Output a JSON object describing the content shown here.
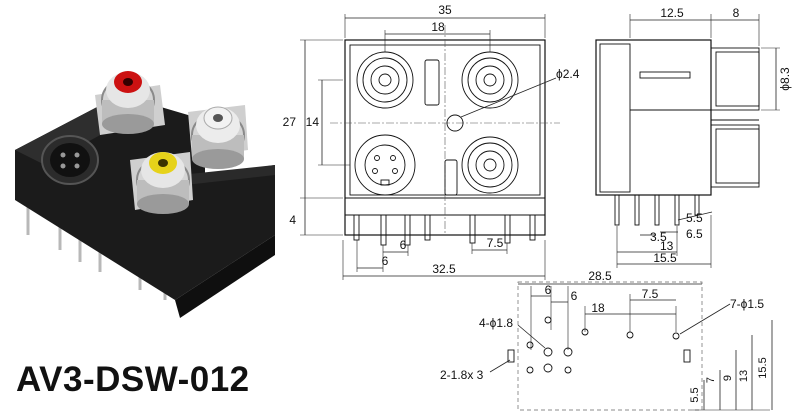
{
  "model": "AV3-DSW-012",
  "front_view": {
    "dims": {
      "overall_width": "35",
      "inner_width": "18",
      "overall_height": "27",
      "upper_height": "14",
      "pin_height": "4",
      "hole": "ϕ2.4",
      "pin_spacing_a": "6",
      "pin_spacing_b": "6",
      "pin_spacing_c": "7.5",
      "bottom_width": "32.5"
    }
  },
  "side_view": {
    "dims": {
      "body_depth": "12.5",
      "jack_length": "8",
      "jack_diameter": "ϕ8.3",
      "d_5_5": "5.5",
      "d_6_5": "6.5",
      "d_3_5": "3.5",
      "d_13": "13",
      "d_15_5": "15.5"
    }
  },
  "pcb_layout": {
    "dims": {
      "overall": "28.5",
      "s6a": "6",
      "s6b": "6",
      "s18": "18",
      "s7_5": "7.5",
      "holes_7": "7-ϕ1.5",
      "holes_4": "4-ϕ1.8",
      "slots_2": "2-1.8x 3",
      "v5_5": "5.5",
      "v7": "7",
      "v9": "9",
      "v13": "13",
      "v15_5": "15.5"
    }
  },
  "colors": {
    "rca_red": "#cc1111",
    "rca_yellow": "#e6d21a",
    "rca_white": "#f2f2f2",
    "housing": "#1b1b1b",
    "metal": "#c9c9c9"
  }
}
